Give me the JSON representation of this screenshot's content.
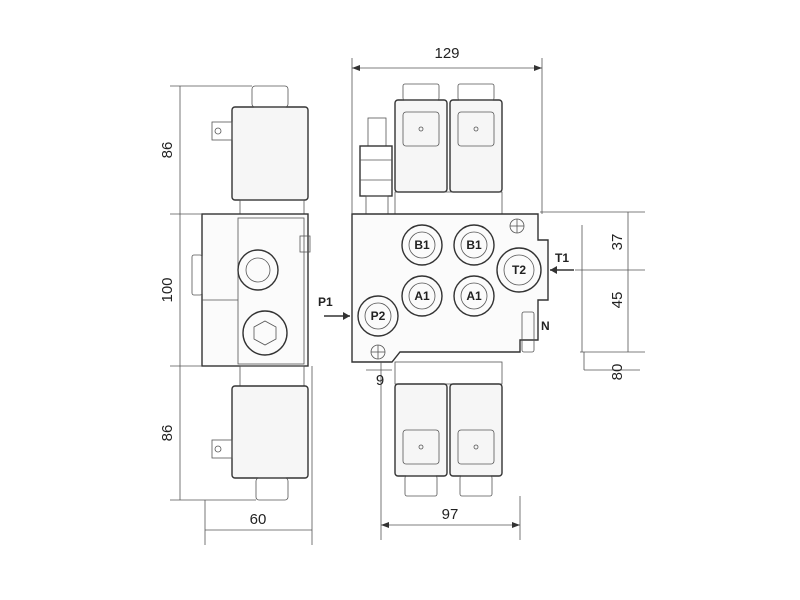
{
  "dimensions": {
    "left_top_height": "86",
    "left_mid_height": "100",
    "left_bottom_height": "86",
    "left_width": "60",
    "right_top_width": "129",
    "right_bottom_width": "97",
    "right_small_gap": "9",
    "right_side_37": "37",
    "right_side_45": "45",
    "right_side_80": "80"
  },
  "ports": {
    "b1_left": "B1",
    "b1_right": "B1",
    "a1_left": "A1",
    "a1_right": "A1",
    "p2": "P2",
    "t2": "T2"
  },
  "labels": {
    "p1": "P1",
    "t1": "T1",
    "n": "N"
  },
  "colors": {
    "line": "#333333",
    "background": "#ffffff"
  }
}
